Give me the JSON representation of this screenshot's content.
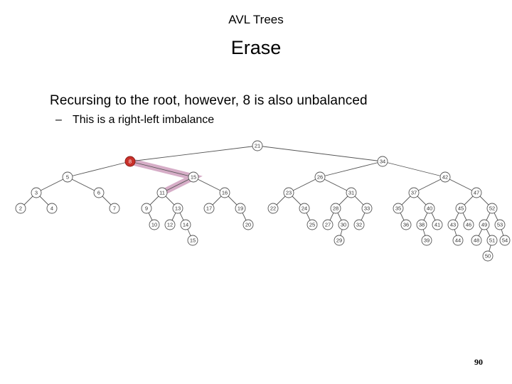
{
  "slide": {
    "header": "AVL Trees",
    "title": "Erase",
    "bullet": "Recursing to the root, however, 8 is also unbalanced",
    "sub_bullet_dash": "–",
    "sub_bullet": "This is a right-left imbalance",
    "page_number": "90"
  },
  "tree": {
    "highlight_color": "#cf9fbd",
    "unbalanced_fill": "#c9302a",
    "node_stroke": "#555555",
    "edge_color": "#555555",
    "unbalanced_node": "8",
    "highlight_path": [
      "8",
      "15",
      "11"
    ],
    "nodes": [
      {
        "key": "21",
        "parent": null
      },
      {
        "key": "8",
        "parent": "21"
      },
      {
        "key": "34",
        "parent": "21"
      },
      {
        "key": "5",
        "parent": "8"
      },
      {
        "key": "15",
        "parent": "8"
      },
      {
        "key": "3",
        "parent": "5"
      },
      {
        "key": "6",
        "parent": "5"
      },
      {
        "key": "2",
        "parent": "3"
      },
      {
        "key": "4",
        "parent": "3"
      },
      {
        "key": "7",
        "parent": "6"
      },
      {
        "key": "11",
        "parent": "15"
      },
      {
        "key": "16",
        "parent": "15"
      },
      {
        "key": "9",
        "parent": "11"
      },
      {
        "key": "13",
        "parent": "11"
      },
      {
        "key": "10",
        "parent": "9"
      },
      {
        "key": "12",
        "parent": "13"
      },
      {
        "key": "14",
        "parent": "13"
      },
      {
        "key": "15",
        "parent": "14",
        "id": "15b"
      },
      {
        "key": "17",
        "parent": "16"
      },
      {
        "key": "19",
        "parent": "16"
      },
      {
        "key": "20",
        "parent": "19"
      },
      {
        "key": "26",
        "parent": "34"
      },
      {
        "key": "42",
        "parent": "34"
      },
      {
        "key": "23",
        "parent": "26"
      },
      {
        "key": "31",
        "parent": "26"
      },
      {
        "key": "22",
        "parent": "23"
      },
      {
        "key": "24",
        "parent": "23"
      },
      {
        "key": "25",
        "parent": "24"
      },
      {
        "key": "28",
        "parent": "31"
      },
      {
        "key": "33",
        "parent": "31"
      },
      {
        "key": "27",
        "parent": "28"
      },
      {
        "key": "30",
        "parent": "28"
      },
      {
        "key": "29",
        "parent": "30"
      },
      {
        "key": "32",
        "parent": "33"
      },
      {
        "key": "37",
        "parent": "42"
      },
      {
        "key": "47",
        "parent": "42"
      },
      {
        "key": "35",
        "parent": "37"
      },
      {
        "key": "40",
        "parent": "37"
      },
      {
        "key": "36",
        "parent": "35"
      },
      {
        "key": "38",
        "parent": "40"
      },
      {
        "key": "41",
        "parent": "40"
      },
      {
        "key": "39",
        "parent": "38"
      },
      {
        "key": "45",
        "parent": "47"
      },
      {
        "key": "52",
        "parent": "47"
      },
      {
        "key": "43",
        "parent": "45"
      },
      {
        "key": "46",
        "parent": "45"
      },
      {
        "key": "44",
        "parent": "43"
      },
      {
        "key": "49",
        "parent": "52"
      },
      {
        "key": "53",
        "parent": "52"
      },
      {
        "key": "48",
        "parent": "49"
      },
      {
        "key": "51",
        "parent": "49"
      },
      {
        "key": "50",
        "parent": "51"
      },
      {
        "key": "54",
        "parent": "53"
      }
    ]
  }
}
